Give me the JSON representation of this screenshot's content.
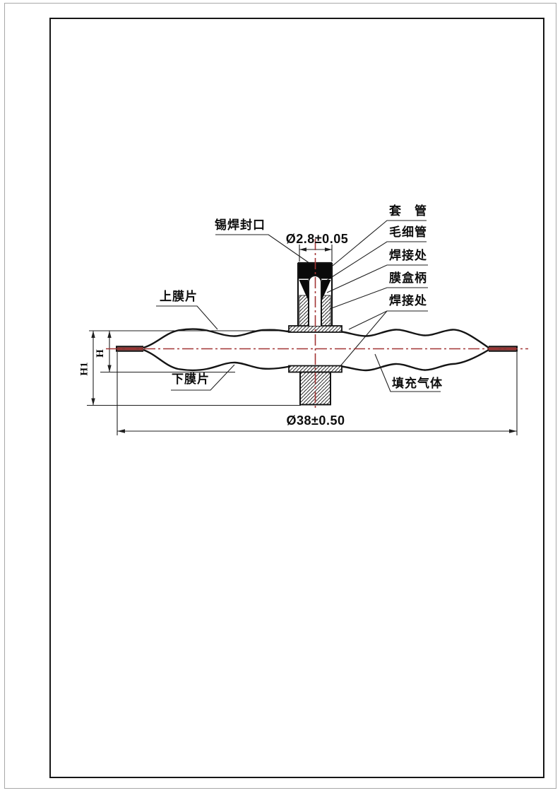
{
  "drawing": {
    "title_context": "aneroid capsule cross-section",
    "callouts": {
      "solder_seal": "锡焊封口",
      "sleeve": "套　管",
      "capillary": "毛细管",
      "weld_top": "焊接处",
      "capsule_stem": "膜盒柄",
      "weld_bottom": "焊接处",
      "upper_diaphragm": "上膜片",
      "lower_diaphragm": "下膜片",
      "fill_gas": "填充气体"
    },
    "dimensions": {
      "stem_diameter": "Ø2.8±0.05",
      "capsule_diameter": "Ø38±0.50",
      "height_inner": "H",
      "height_total": "H1"
    },
    "colors": {
      "line": "#141414",
      "thin_line": "#1f1f1f",
      "centerline": "#a23535",
      "seam_fill": "#8a3533",
      "frame": "#161616"
    }
  }
}
